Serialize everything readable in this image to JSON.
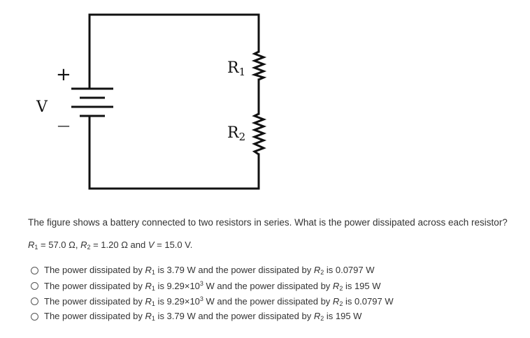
{
  "diagram": {
    "voltage_label": "V",
    "plus_sign": "+",
    "minus_sign": "—",
    "r1_main": "R",
    "r1_sub": "1",
    "r2_main": "R",
    "r2_sub": "2"
  },
  "question": {
    "text": "The figure shows a battery connected to two resistors in series. What is the power dissipated across each resistor?",
    "r1_symbol": "R",
    "r1_sub": "1",
    "r1_value": " = 57.0 Ω, ",
    "r2_symbol": "R",
    "r2_sub": "2",
    "r2_value": " = 1.20 Ω and ",
    "v_symbol": "V",
    "v_value": " = 15.0 V."
  },
  "options": [
    {
      "pre": "The power dissipated by ",
      "sym1": "R",
      "sub1": "1",
      "mid1": " is 3.79 W",
      "sup1": "",
      "mid2": " and the power dissipated by ",
      "sym2": "R",
      "sub2": "2",
      "end": " is 0.0797 W"
    },
    {
      "pre": "The power dissipated by ",
      "sym1": "R",
      "sub1": "1",
      "mid1": " is 9.29×10",
      "sup1": "3",
      "mid2": " W and the power dissipated by ",
      "sym2": "R",
      "sub2": "2",
      "end": " is 195 W"
    },
    {
      "pre": "The power dissipated by ",
      "sym1": "R",
      "sub1": "1",
      "mid1": " is 9.29×10",
      "sup1": "3",
      "mid2": " W and the power dissipated by ",
      "sym2": "R",
      "sub2": "2",
      "end": " is 0.0797 W"
    },
    {
      "pre": "The power dissipated by ",
      "sym1": "R",
      "sub1": "1",
      "mid1": " is 3.79 W",
      "sup1": "",
      "mid2": " and the power dissipated by ",
      "sym2": "R",
      "sub2": "2",
      "end": " is 195 W"
    }
  ]
}
